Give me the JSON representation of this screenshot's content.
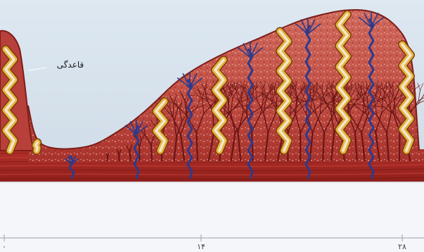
{
  "figure": {
    "annotation_label": "قاعدگی",
    "axis_ticks": [
      "۰",
      "۱۴",
      "۲۸"
    ],
    "colors": {
      "sky": "#d9e4ee",
      "tissue": "#c9584e",
      "tissue_dark": "#8f241f",
      "muscle": "#a82b26",
      "gland_gold": "#e7b33a",
      "gland_light": "#efe8d2",
      "artery_blue": "#2d3a8c",
      "vessel_dark": "#6a1515",
      "bottom_panel": "#f3f5f8",
      "axis": "#9aa3ad"
    }
  }
}
